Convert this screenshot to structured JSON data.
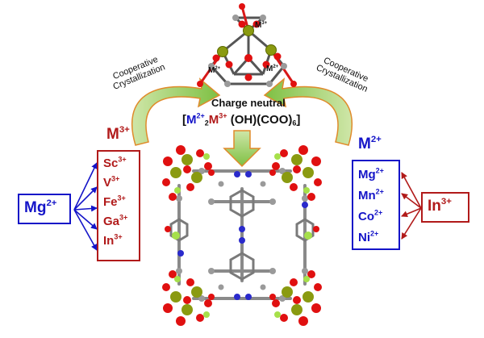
{
  "colors": {
    "divalent": "#1414c8",
    "trivalent": "#b11a1a",
    "arrow_green": "#7ec043",
    "arrow_orange": "#e08a2a"
  },
  "cluster": {
    "labels": [
      {
        "base": "M",
        "charge": "3+"
      },
      {
        "base": "M",
        "charge": "2+"
      },
      {
        "base": "M",
        "charge": "2+"
      }
    ]
  },
  "center": {
    "title": "Charge neutral",
    "formula": {
      "m2": "M",
      "m2_charge": "2+",
      "m2_sub": "2",
      "m3": "M",
      "m3_charge": "3+",
      "oh": " (OH)(COO)",
      "coo_sub": "6",
      "open": "[",
      "close": "]"
    }
  },
  "cooperative": {
    "line1": "Cooperative",
    "line2": "Crystallization"
  },
  "left": {
    "header": {
      "base": "M",
      "charge": "3+"
    },
    "source": {
      "base": "Mg",
      "charge": "2+"
    },
    "ions": [
      {
        "base": "Sc",
        "charge": "3+"
      },
      {
        "base": "V",
        "charge": "3+"
      },
      {
        "base": "Fe",
        "charge": "3+"
      },
      {
        "base": "Ga",
        "charge": "3+"
      },
      {
        "base": "In",
        "charge": "3+"
      }
    ]
  },
  "right": {
    "header": {
      "base": "M",
      "charge": "2+"
    },
    "source": {
      "base": "In",
      "charge": "3+"
    },
    "ions": [
      {
        "base": "Mg",
        "charge": "2+"
      },
      {
        "base": "Mn",
        "charge": "2+"
      },
      {
        "base": "Co",
        "charge": "2+"
      },
      {
        "base": "Ni",
        "charge": "2+"
      }
    ]
  }
}
